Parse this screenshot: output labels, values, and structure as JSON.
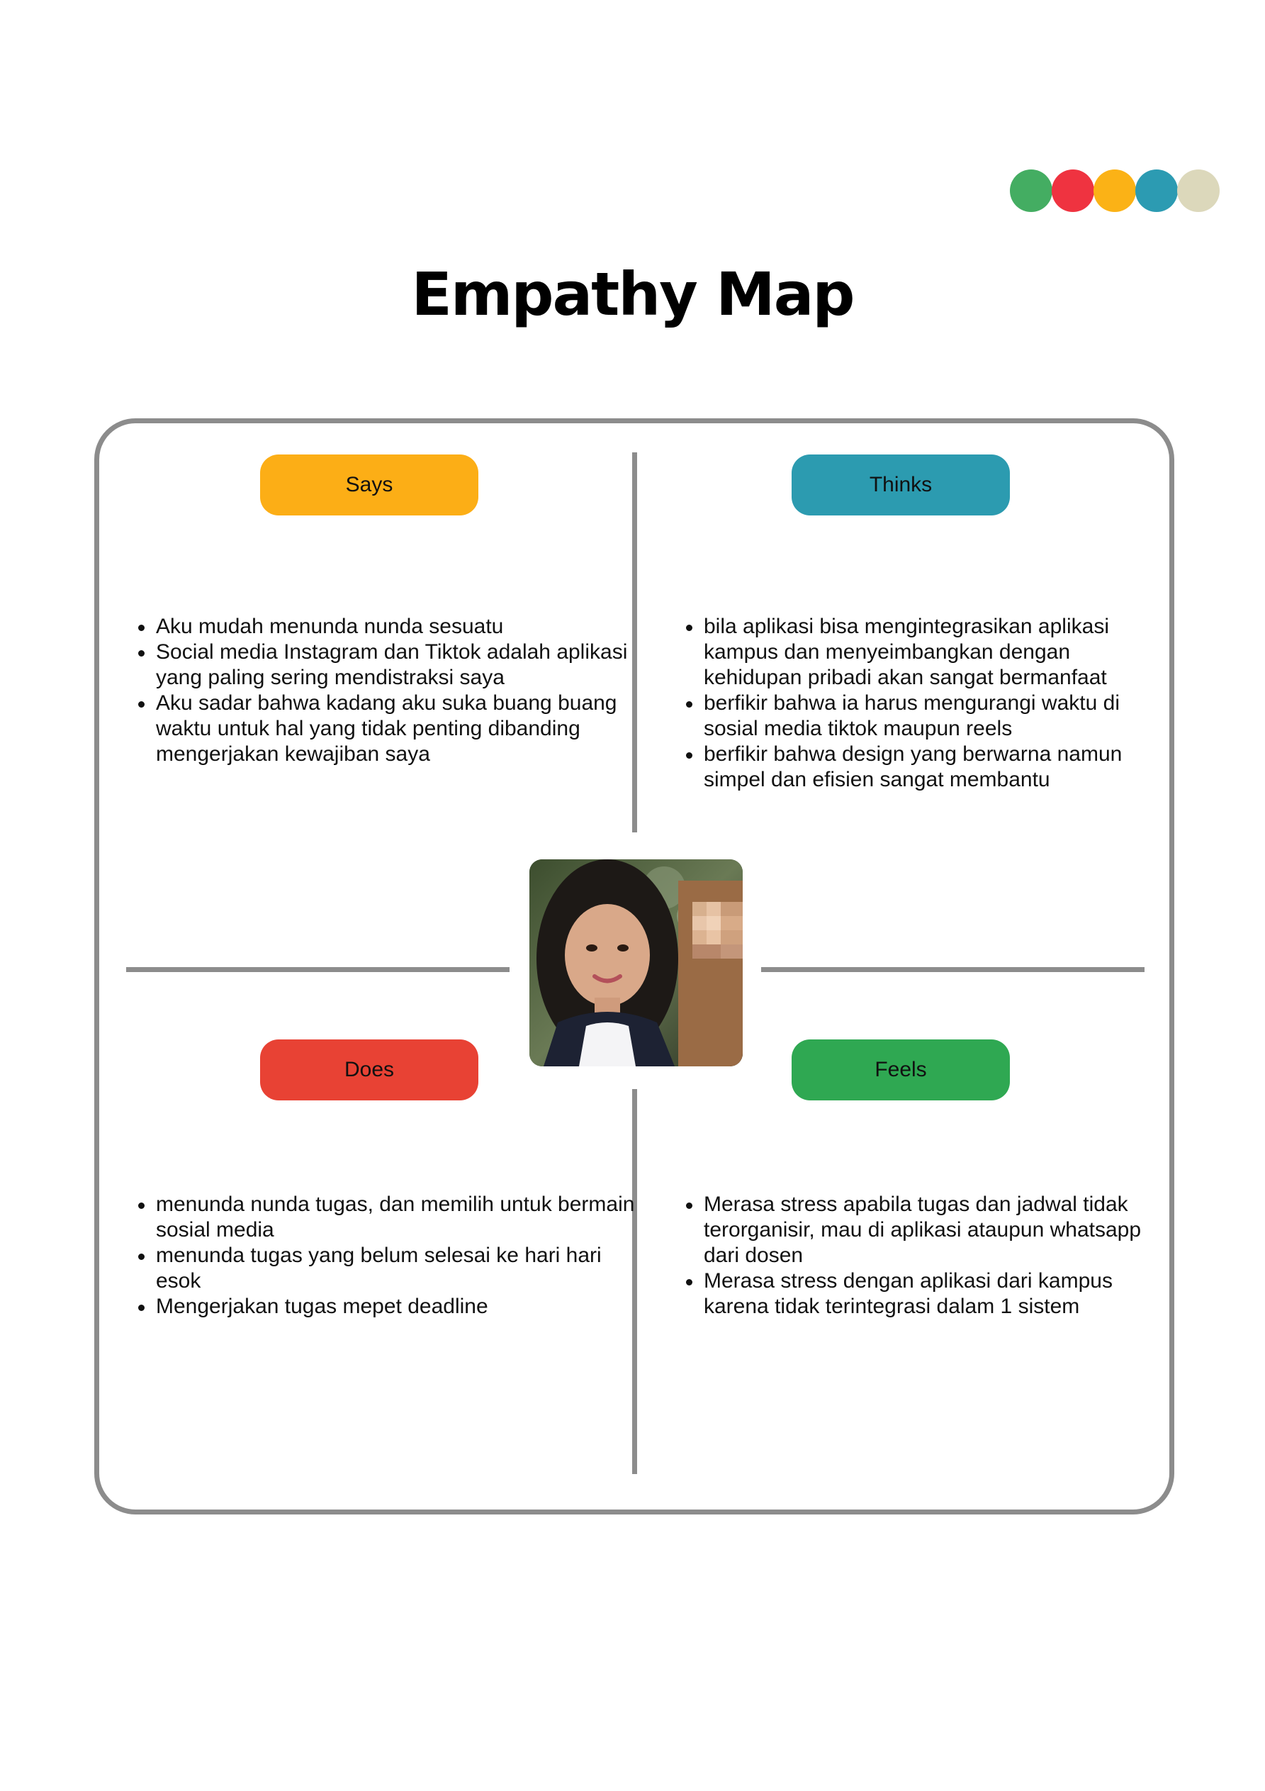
{
  "header": {
    "title": "Empathy Map",
    "palette_dots": [
      "#44ad62",
      "#ef3340",
      "#fbb216",
      "#2c9bb2",
      "#dcd8bb"
    ]
  },
  "quadrants": {
    "says": {
      "label": "Says",
      "color": "#fcae16",
      "items": [
        "Aku mudah menunda nunda sesuatu",
        "Social media Instagram dan Tiktok adalah aplikasi yang paling sering mendistraksi saya",
        "Aku sadar bahwa kadang aku suka buang buang waktu untuk hal yang tidak penting dibanding mengerjakan kewajiban saya"
      ]
    },
    "thinks": {
      "label": "Thinks",
      "color": "#2c9bb0",
      "items": [
        "bila aplikasi bisa mengintegrasikan aplikasi kampus dan menyeimbangkan dengan kehidupan pribadi akan sangat bermanfaat",
        "berfikir bahwa ia harus mengurangi waktu di sosial media tiktok maupun reels",
        "berfikir bahwa design yang berwarna namun simpel dan efisien sangat membantu"
      ]
    },
    "does": {
      "label": "Does",
      "color": "#e84234",
      "items": [
        "menunda nunda tugas, dan memilih untuk bermain sosial media",
        "menunda tugas yang belum selesai ke hari hari esok",
        "Mengerjakan tugas mepet deadline"
      ]
    },
    "feels": {
      "label": "Feels",
      "color": "#2fa852",
      "items": [
        "Merasa stress apabila tugas dan jadwal tidak terorganisir, mau di aplikasi ataupun whatsapp dari dosen",
        "Merasa stress dengan aplikasi dari kampus karena tidak terintegrasi dalam 1 sistem"
      ]
    }
  },
  "persona": {
    "photo_icon": "persona-photo"
  }
}
